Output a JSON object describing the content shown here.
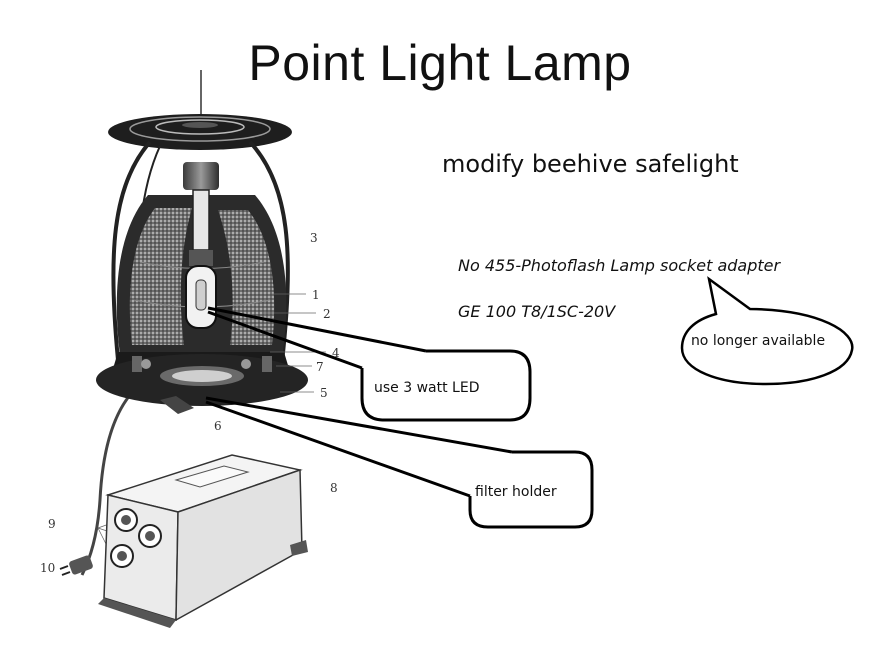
{
  "title": "Point Light Lamp",
  "subtitle": "modify beehive safelight",
  "notes": {
    "socket": "No 455-Photoflash Lamp socket adapter",
    "bulb": "GE 100 T8/1SC-20V"
  },
  "callouts": {
    "led": "use 3 watt LED",
    "filter": "filter holder",
    "availability": "no longer available"
  },
  "part_numbers": [
    "3",
    "1",
    "2",
    "4",
    "7",
    "5",
    "6",
    "8",
    "9",
    "10"
  ]
}
